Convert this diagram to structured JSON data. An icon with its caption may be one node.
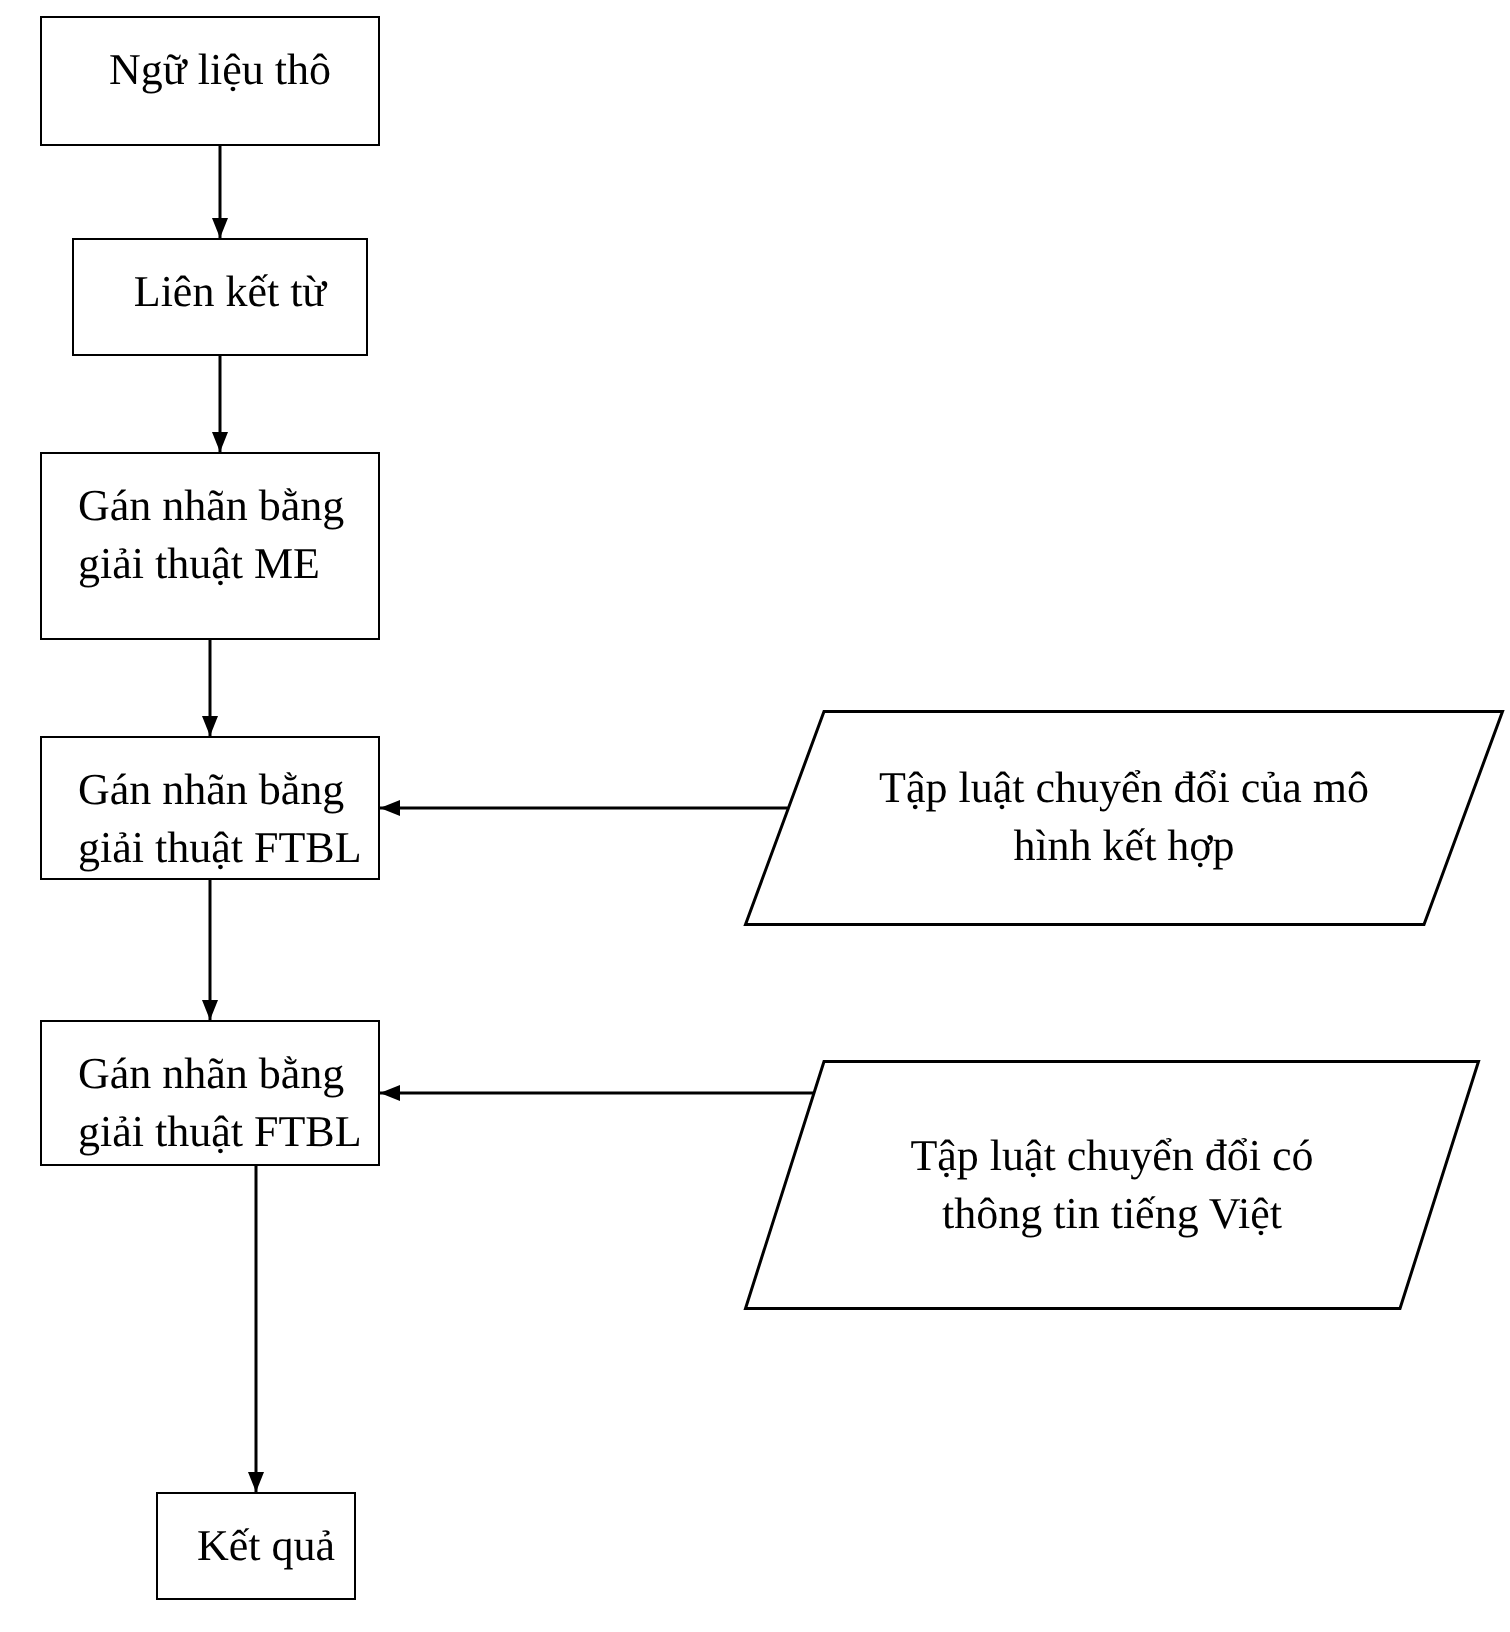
{
  "diagram": {
    "nodes": [
      {
        "text": [
          "Ngữ liệu thô"
        ]
      },
      {
        "text": [
          "Liên kết từ"
        ]
      },
      {
        "text": [
          "Gán nhãn bằng giải thuật ME"
        ]
      },
      {
        "text": [
          "Gán nhãn bằng giải thuật FTBL"
        ]
      },
      {
        "text": [
          "Tập luật chuyển đổi của mô hình kết hợp"
        ]
      },
      {
        "text": [
          "Gán nhãn bằng giải thuật FTBL"
        ]
      },
      {
        "text": [
          "Tập luật chuyển đổi có thông tin tiếng Việt"
        ]
      },
      {
        "text": [
          "Kết quả"
        ]
      }
    ],
    "edges": [
      {
        "from": 0,
        "to": 1,
        "arrow": "to"
      },
      {
        "from": 1,
        "to": 2,
        "arrow": "to"
      },
      {
        "from": 2,
        "to": 3,
        "arrow": "to"
      },
      {
        "from": 4,
        "to": 3,
        "arrow": "to"
      },
      {
        "from": 3,
        "to": 5,
        "arrow": "to"
      },
      {
        "from": 6,
        "to": 5,
        "arrow": "to"
      },
      {
        "from": 5,
        "to": 7,
        "arrow": "to"
      }
    ]
  }
}
